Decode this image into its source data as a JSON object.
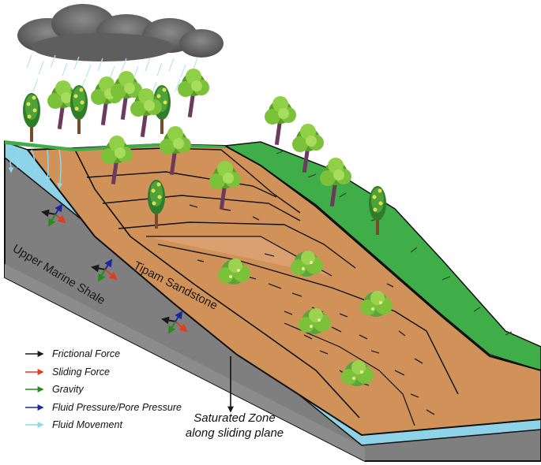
{
  "labels": {
    "shale": "Upper Marine Shale",
    "sandstone": "Tipam Sandstone",
    "saturated_line1": "Saturated Zone",
    "saturated_line2": "along sliding plane"
  },
  "legend": [
    {
      "label": "Frictional Force",
      "color": "#1a1a1a",
      "icon": "black-arrow-icon"
    },
    {
      "label": "Sliding Force",
      "color": "#e8391b",
      "icon": "red-arrow-icon"
    },
    {
      "label": "Gravity",
      "color": "#2a8a1e",
      "icon": "green-arrow-icon"
    },
    {
      "label": "Fluid Pressure/Pore Pressure",
      "color": "#1a2a9e",
      "icon": "blue-arrow-icon"
    },
    {
      "label": "Fluid Movement",
      "color": "#8fd8ee",
      "icon": "light-blue-arrow-icon"
    }
  ],
  "colors": {
    "shale": "#7f7f7f",
    "saturated": "#8fd3e8",
    "sandstone": "#d1925a",
    "grass": "#3fae49",
    "cloud": "#6e6e6e"
  }
}
